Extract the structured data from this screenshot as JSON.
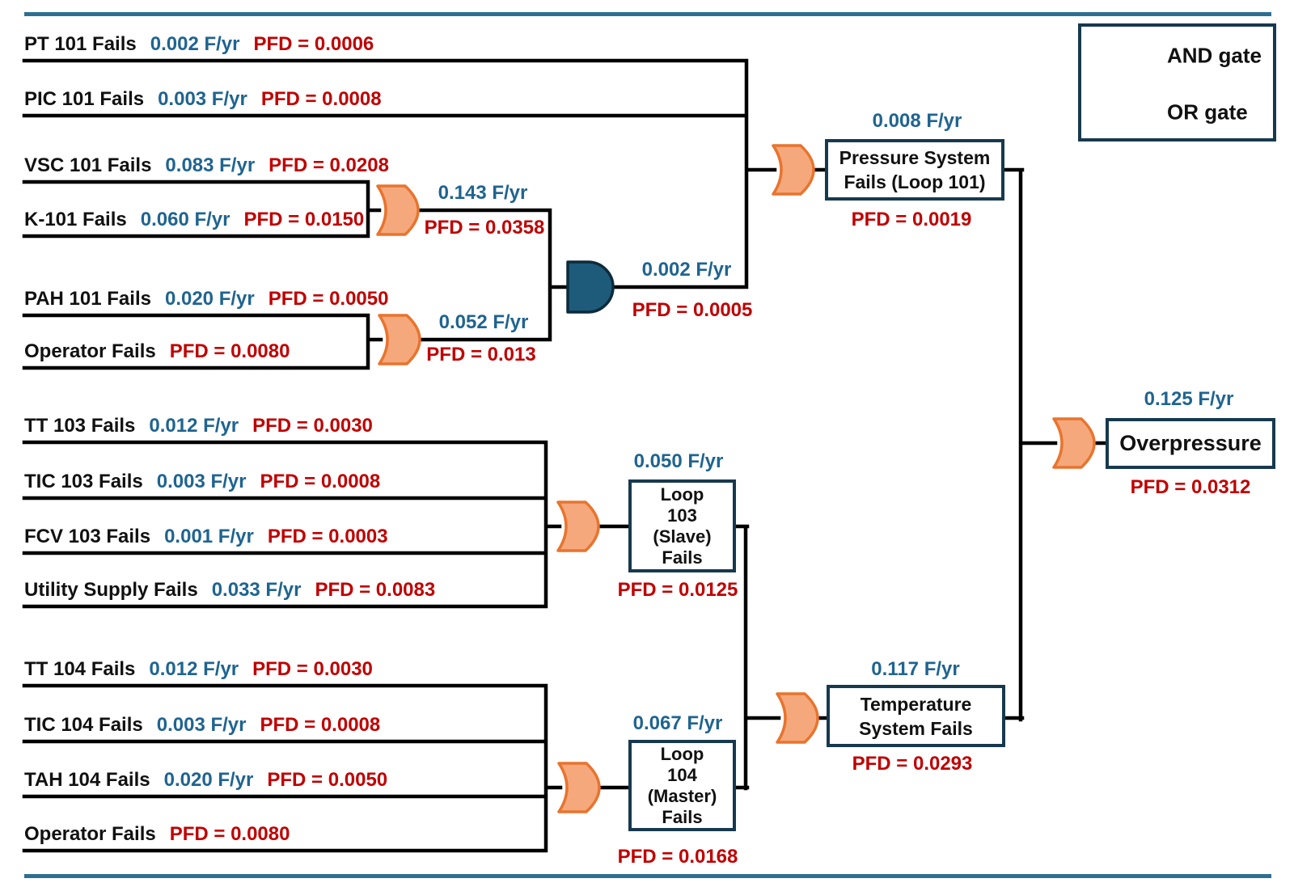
{
  "colors": {
    "wire": "#000000",
    "rule": "#2C6F93",
    "rate-text": "#1F6490",
    "pfd-text": "#C00000",
    "event-text": "#111111",
    "and-fill": "#1E5B7B",
    "and-stroke": "#0C2B3B",
    "or-fill": "#F5A87B",
    "or-stroke": "#E8742E",
    "box-border": "#17394E"
  },
  "legend": {
    "and": "AND gate",
    "or": "OR gate"
  },
  "basic_events": [
    {
      "label": "PT 101 Fails",
      "rate": "0.002 F/yr",
      "pfd": "PFD = 0.0006"
    },
    {
      "label": "PIC 101 Fails",
      "rate": "0.003 F/yr",
      "pfd": "PFD = 0.0008"
    },
    {
      "label": "VSC 101 Fails",
      "rate": "0.083 F/yr",
      "pfd": "PFD = 0.0208"
    },
    {
      "label": "K-101 Fails",
      "rate": "0.060 F/yr",
      "pfd": "PFD = 0.0150"
    },
    {
      "label": "PAH 101 Fails",
      "rate": "0.020 F/yr",
      "pfd": "PFD = 0.0050"
    },
    {
      "label": "Operator Fails",
      "pfd": "PFD = 0.0080"
    },
    {
      "label": "TT 103 Fails",
      "rate": "0.012 F/yr",
      "pfd": "PFD = 0.0030"
    },
    {
      "label": "TIC 103 Fails",
      "rate": "0.003 F/yr",
      "pfd": "PFD = 0.0008"
    },
    {
      "label": "FCV 103 Fails",
      "rate": "0.001 F/yr",
      "pfd": "PFD = 0.0003"
    },
    {
      "label": "Utility Supply Fails",
      "rate": "0.033 F/yr",
      "pfd": "PFD = 0.0083"
    },
    {
      "label": "TT 104 Fails",
      "rate": "0.012 F/yr",
      "pfd": "PFD = 0.0030"
    },
    {
      "label": "TIC 104 Fails",
      "rate": "0.003 F/yr",
      "pfd": "PFD = 0.0008"
    },
    {
      "label": "TAH 104 Fails",
      "rate": "0.020 F/yr",
      "pfd": "PFD = 0.0050"
    },
    {
      "label": "Operator Fails",
      "pfd": "PFD = 0.0080"
    }
  ],
  "gates": {
    "or_vsc_k101": {
      "type": "OR",
      "rate": "0.143 F/yr",
      "pfd": "PFD = 0.0358"
    },
    "or_pah_operator": {
      "type": "OR",
      "rate": "0.052 F/yr",
      "pfd": "PFD = 0.013"
    },
    "and_loop101": {
      "type": "AND",
      "rate": "0.002 F/yr",
      "pfd": "PFD = 0.0005"
    }
  },
  "events": {
    "pressure": {
      "lines": [
        "Pressure System",
        "Fails (Loop 101)"
      ],
      "rate": "0.008 F/yr",
      "pfd": "PFD = 0.0019"
    },
    "loop103": {
      "lines": [
        "Loop",
        "103",
        "(Slave)",
        "Fails"
      ],
      "rate": "0.050 F/yr",
      "pfd": "PFD = 0.0125"
    },
    "loop104": {
      "lines": [
        "Loop",
        "104",
        "(Master)",
        "Fails"
      ],
      "rate": "0.067 F/yr",
      "pfd": "PFD = 0.0168"
    },
    "temperature": {
      "lines": [
        "Temperature",
        "System Fails"
      ],
      "rate": "0.117 F/yr",
      "pfd": "PFD = 0.0293"
    },
    "overpressure": {
      "title": "Overpressure",
      "rate": "0.125 F/yr",
      "pfd": "PFD = 0.0312"
    }
  }
}
